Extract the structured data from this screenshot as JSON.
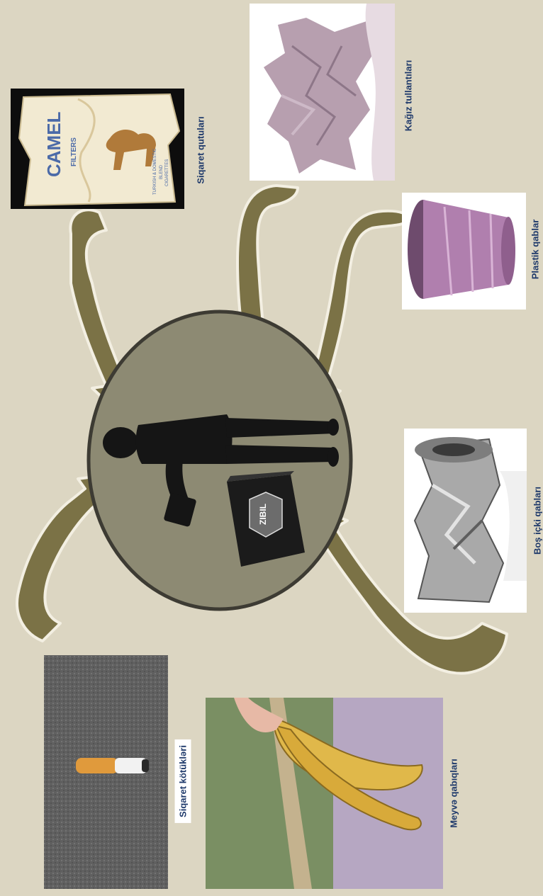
{
  "center": {
    "bin_label": "ZIBIL"
  },
  "items": {
    "cigarette_packs": "Siqaret qutuları",
    "paper_waste": "Kağız tullantıları",
    "plastic_cups": "Plastik qablar",
    "empty_cans": "Boş içki qabları",
    "fruit_peels": "Meyvə qabıqları",
    "cigarette_butts": "Siqaret kötükləri"
  },
  "pack_text": {
    "brand": "CAMEL",
    "sub": "FILTERS",
    "fine1": "TURKISH & DOMESTIC",
    "fine2": "BLEND",
    "fine3": "CIGARETTES"
  },
  "colors": {
    "background": "#dcd6c2",
    "circle_fill": "#8d8a73",
    "circle_stroke": "#3d3b33",
    "arrow_fill": "#7b7246",
    "arrow_stroke": "#f3efe2",
    "label_color": "#1f3a6b"
  }
}
